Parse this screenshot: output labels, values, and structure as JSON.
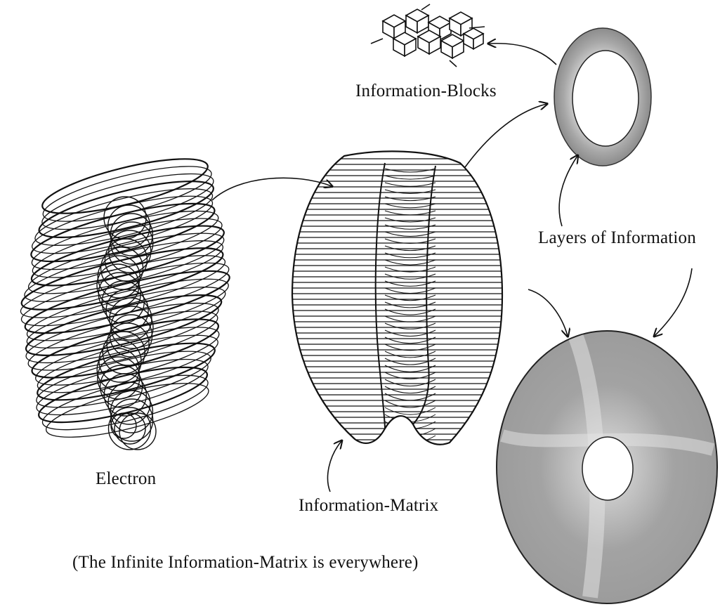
{
  "labels": {
    "information_blocks": "Information-Blocks",
    "layers_of_information": "Layers of Information",
    "electron": "Electron",
    "information_matrix": "Information-Matrix",
    "caption": "(The Infinite Information-Matrix is everywhere)"
  },
  "colors": {
    "ink": "#111111",
    "paper": "#ffffff",
    "shading_light": "#bdbdbd",
    "shading_dark": "#7a7a7a"
  }
}
